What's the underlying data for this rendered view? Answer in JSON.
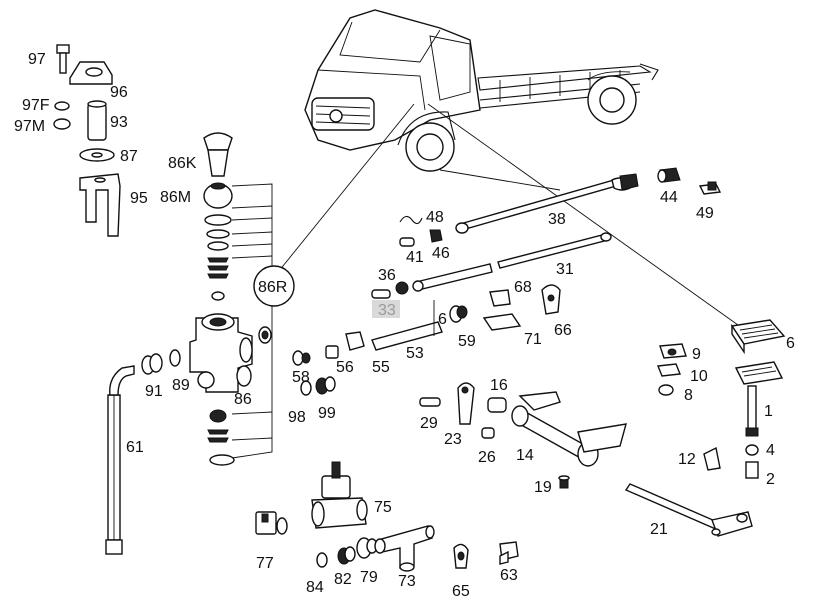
{
  "diagram": {
    "labels": {
      "p97": "97",
      "p96": "96",
      "p97F": "97F",
      "p97M": "97M",
      "p93": "93",
      "p87": "87",
      "p86K": "86K",
      "p86M": "86M",
      "p95": "95",
      "p86R": "86R",
      "p91": "91",
      "p89": "89",
      "p86": "86",
      "p61": "61",
      "p48": "48",
      "p41": "41",
      "p46": "46",
      "p38": "38",
      "p44": "44",
      "p49": "49",
      "p36": "36",
      "p33": "33",
      "p31": "31",
      "p68": "68",
      "p6a": "6",
      "p59": "59",
      "p71": "71",
      "p66": "66",
      "p53": "53",
      "p55": "55",
      "p56": "56",
      "p58": "58",
      "p98": "98",
      "p99": "99",
      "p6b": "6",
      "p9": "9",
      "p10": "10",
      "p8": "8",
      "p1": "1",
      "p4": "4",
      "p2": "2",
      "p12": "12",
      "p29": "29",
      "p16": "16",
      "p23": "23",
      "p26": "26",
      "p14": "14",
      "p19": "19",
      "p21": "21",
      "p75": "75",
      "p77": "77",
      "p84": "84",
      "p82": "82",
      "p79": "79",
      "p73": "73",
      "p65": "65",
      "p63": "63"
    },
    "highlight": "33"
  }
}
